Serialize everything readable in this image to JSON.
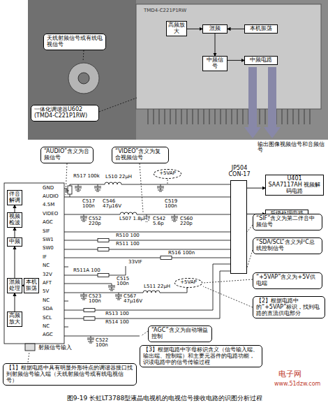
{
  "diagram": {
    "caption": "图9-19 长虹LT3788型液晶电视机的电视信号接收电路的识图分析过程",
    "nodes": [
      {
        "text": [
          "天线射频信号或有线电视信号"
        ]
      },
      {
        "text": [
          "一体化调谐器U602 (TMD4-C221P1RW)"
        ]
      },
      {
        "text": [
          "高频放大"
        ]
      },
      {
        "text": [
          "混频"
        ]
      },
      {
        "text": [
          "本机振荡"
        ]
      },
      {
        "text": [
          "中频信号"
        ]
      },
      {
        "text": [
          "中频电路"
        ]
      },
      {
        "text": [
          "“AUDIO”含义为音频信号"
        ]
      },
      {
        "text": [
          "“VIDEO”含义为复合视频信号"
        ]
      },
      {
        "text": [
          "伴音解调"
        ]
      },
      {
        "text": [
          "视频检波"
        ]
      },
      {
        "text": [
          "中频"
        ]
      },
      {
        "text": [
          "本机振荡"
        ]
      },
      {
        "text": [
          "混频处理"
        ]
      },
      {
        "text": [
          "高频放大"
        ]
      },
      {
        "text": [
          "JP504",
          "CON-17"
        ]
      },
      {
        "text": [
          "U401",
          "SAA7117AH 视频解码电路"
        ]
      },
      {
        "text": [
          "后级处理电路"
        ]
      },
      {
        "text": [
          "“SIF”含义为第二伴音中频信号"
        ]
      },
      {
        "text": [
          "+5VAP"
        ]
      },
      {
        "text": [
          "“+5VAP”含义为+5V供电端"
        ]
      },
      {
        "text": [
          "+5VAP"
        ]
      },
      {
        "text": [
          "“SDA/SCL”含义为I²C总线控制信号"
        ]
      },
      {
        "text": [
          "【2】根据电路中的“+5VAP”标识，找到电路的直流供电部分"
        ]
      },
      {
        "text": [
          "“AGC”含义为自动增益控制"
        ]
      },
      {
        "text": [
          "【3】根据电路中字母标识含义（信号输入端、输出端、控制端）和主要元器件的电路功能，识读电路中的信号传输过程"
        ]
      },
      {
        "text": [
          "【1】根据电路中具有明显外形特点的调谐器接口找到射频信号输入端（天线射频信号或有线电视信号）"
        ]
      }
    ],
    "edges": [
      {
        "from": 2,
        "to": 3,
        "arrow": "to"
      },
      {
        "from": 4,
        "to": 3,
        "arrow": "to"
      },
      {
        "from": 3,
        "to": 5,
        "arrow": "to"
      },
      {
        "from": 5,
        "to": 6,
        "arrow": "to"
      },
      {
        "from": 14,
        "to": 13,
        "arrow": "to"
      },
      {
        "from": 12,
        "to": 13,
        "arrow": "to"
      },
      {
        "from": 13,
        "to": 11,
        "arrow": "to"
      },
      {
        "from": 11,
        "to": 10,
        "arrow": "to"
      },
      {
        "from": 10,
        "to": 9,
        "arrow": "to"
      },
      {
        "from": 15,
        "to": 16,
        "arrow": "to"
      },
      {
        "from": 15,
        "to": 17,
        "arrow": "to"
      }
    ],
    "labels": [
      "TMD4-C221P1RW",
      "输出图像视频信号和音频信号",
      "R517 100k",
      "L510 22μH",
      "C517 100n",
      "C546 47μ16V",
      "C519 100n",
      "L507 1.8μH",
      "C552 220p",
      "C542 5.6p",
      "C560 220p",
      "R510 100",
      "R511 100",
      "R516 100n",
      "33VIF",
      "R511A 100",
      "C515 100n",
      "L511 22μH",
      "C523 100n",
      "C567 47μ16V",
      "R513 100",
      "R514 100",
      "C522 100n",
      "GND",
      "AUDIO",
      "4.5M",
      "VIDEO",
      "AGC",
      "SIF",
      "SW1",
      "SW0",
      "IF",
      "NC",
      "32V",
      "AFT",
      "5V",
      "NC",
      "SDA",
      "SCL",
      "NC",
      "AGC",
      "射频信号输入",
      "电子网",
      "www.51dzw.com"
    ]
  }
}
